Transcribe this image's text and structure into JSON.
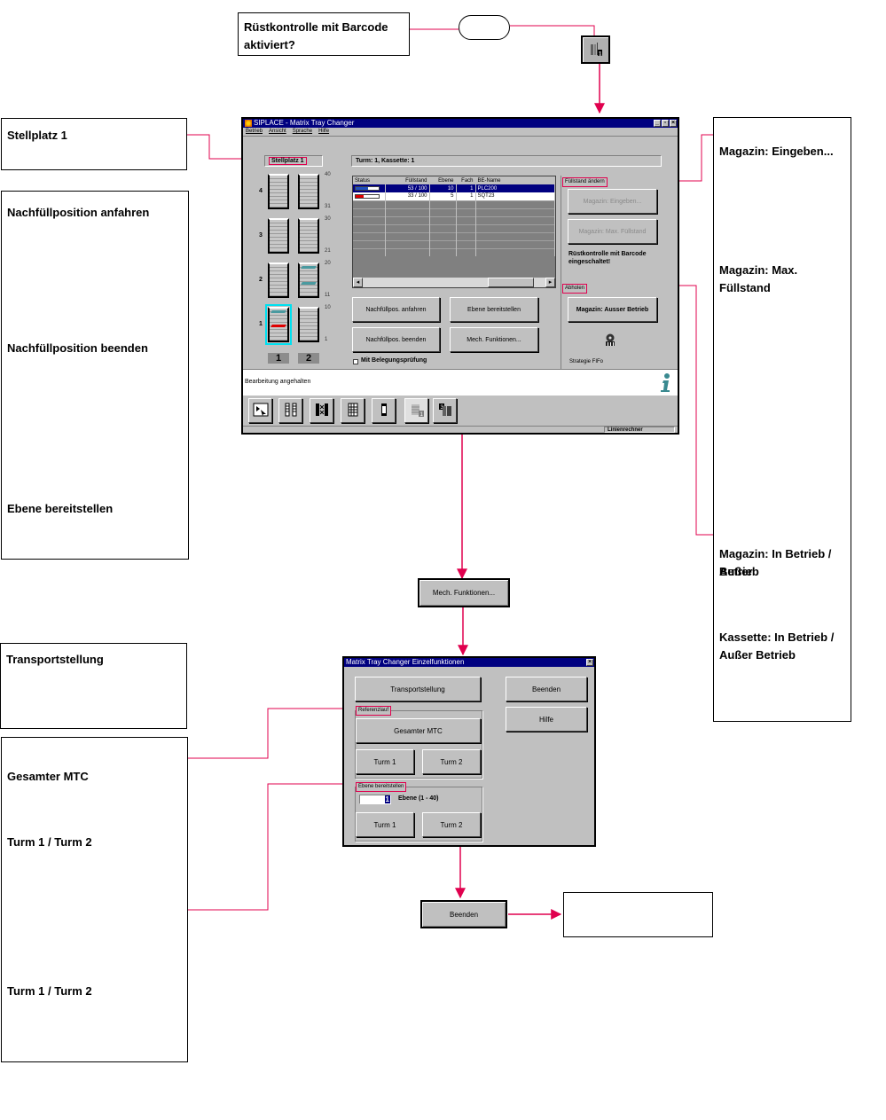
{
  "flow": {
    "top_question": "Rüstkontrolle mit Barcode aktiviert?",
    "decision_label": "",
    "icon_top": "setup-check-icon",
    "mech_button": "Mech. Funktionen...",
    "end_button": "Beenden",
    "end_target": ""
  },
  "notes_left": {
    "stellplatz": "Stellplatz 1",
    "refill_start": "Nachfüllposition anfahren",
    "refill_end": "Nachfüllposition beenden",
    "level_provide": "Ebene bereitstellen",
    "transport": "Transportstellung",
    "total_mtc": "Gesamter MTC",
    "turm_a": "Turm 1 / Turm 2",
    "turm_b": "Turm 1 / Turm 2"
  },
  "notes_right": {
    "mag_enter": "Magazin: Eingeben...",
    "mag_max": "Magazin: Max. Füllstand",
    "mag_service_1": "Magazin: In Betrieb / Außer",
    "mag_service_2": "Betrieb",
    "cassette_service_1": "Kassette: In Betrieb /",
    "cassette_service_2": "Außer Betrieb"
  },
  "main_window": {
    "title": "SIPLACE - Matrix Tray Changer",
    "menu": [
      "Betrieb",
      "Ansicht",
      "Sprache",
      "Hilfe"
    ],
    "stellplatz": "Stellplatz 1",
    "position": "Turm: 1, Kassette: 1",
    "levels": [
      "4",
      "3",
      "2",
      "1"
    ],
    "level_ranges": [
      [
        "40",
        "31"
      ],
      [
        "30",
        "21"
      ],
      [
        "20",
        "11"
      ],
      [
        "10",
        "1"
      ]
    ],
    "towers": [
      "1",
      "2"
    ],
    "table": {
      "headers": [
        "Status",
        "Füllstand",
        "Ebene",
        "Fach",
        "BE-Name"
      ],
      "rows": [
        {
          "fill": "53 / 100",
          "fill_fraction": 0.53,
          "level": "10",
          "slot": "1",
          "name": "PLC200",
          "selected": true,
          "bar_color": "#2050c0"
        },
        {
          "fill": "33 / 100",
          "fill_fraction": 0.33,
          "level": "5",
          "slot": "1",
          "name": "SQT23",
          "selected": false,
          "bar_color": "#e00000"
        }
      ]
    },
    "buttons": {
      "refill_start": "Nachfüllpos. anfahren",
      "level_provide": "Ebene bereitstellen",
      "refill_end": "Nachfüllpos. beenden",
      "mech": "Mech. Funktionen..."
    },
    "checkbox_label": "Mit Belegungsprüfung",
    "checkbox_checked": false,
    "fill_group": "Füllstand ändern",
    "mag_enter": "Magazin: Eingeben...",
    "mag_max": "Magazin: Max. Füllstand",
    "barcode_msg_1": "Rüstkontrolle mit Barcode",
    "barcode_msg_2": "eingeschaltet!",
    "pickup_group": "Abholen",
    "mag_out": "Magazin: Ausser Betrieb",
    "strategy": "Strategie FIFo",
    "status_msg": "Bearbeitung angehalten",
    "statusbar": "Linienrechner",
    "toolbar": [
      "select-pointer-icon",
      "towers-icon",
      "towers-cross-icon",
      "grid-icon",
      "single-tower-icon",
      "setup-check-icon",
      "book-icon"
    ]
  },
  "dialog": {
    "title": "Matrix Tray Changer Einzelfunktionen",
    "transport": "Transportstellung",
    "close": "Beenden",
    "help": "Hilfe",
    "reference_group": "Referenzlauf",
    "total_mtc": "Gesamter MTC",
    "turm1": "Turm 1",
    "turm2": "Turm 2",
    "level_group": "Ebene bereitstellen",
    "level_value": "1",
    "level_label": "Ebene (1 - 40)",
    "turm1_b": "Turm 1",
    "turm2_b": "Turm 2"
  },
  "colors": {
    "connector": "#e0004e",
    "titlebar": "#000080",
    "window": "#c0c0c0"
  }
}
